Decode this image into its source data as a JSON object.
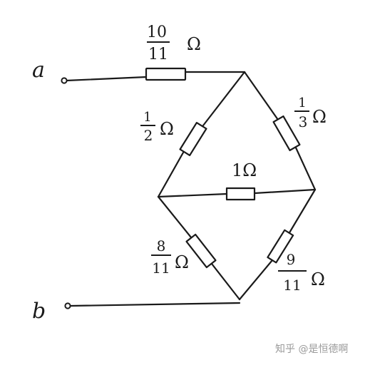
{
  "diagram": {
    "terminals": {
      "a": "a",
      "b": "b"
    },
    "resistors": {
      "top": {
        "num": "10",
        "den": "11",
        "unit": "Ω"
      },
      "upper_left": {
        "num": "1",
        "den": "2",
        "unit": "Ω"
      },
      "upper_right": {
        "num": "1",
        "den": "3",
        "unit": "Ω"
      },
      "middle": {
        "value": "1Ω"
      },
      "lower_left": {
        "num": "8",
        "den": "11",
        "unit": "Ω"
      },
      "lower_right": {
        "num": "9",
        "den": "11",
        "unit": "Ω"
      }
    },
    "ink_color": "#1a1a1a"
  },
  "watermark": {
    "text": "知乎 @是恒德啊",
    "color": "#9a9a9a"
  }
}
